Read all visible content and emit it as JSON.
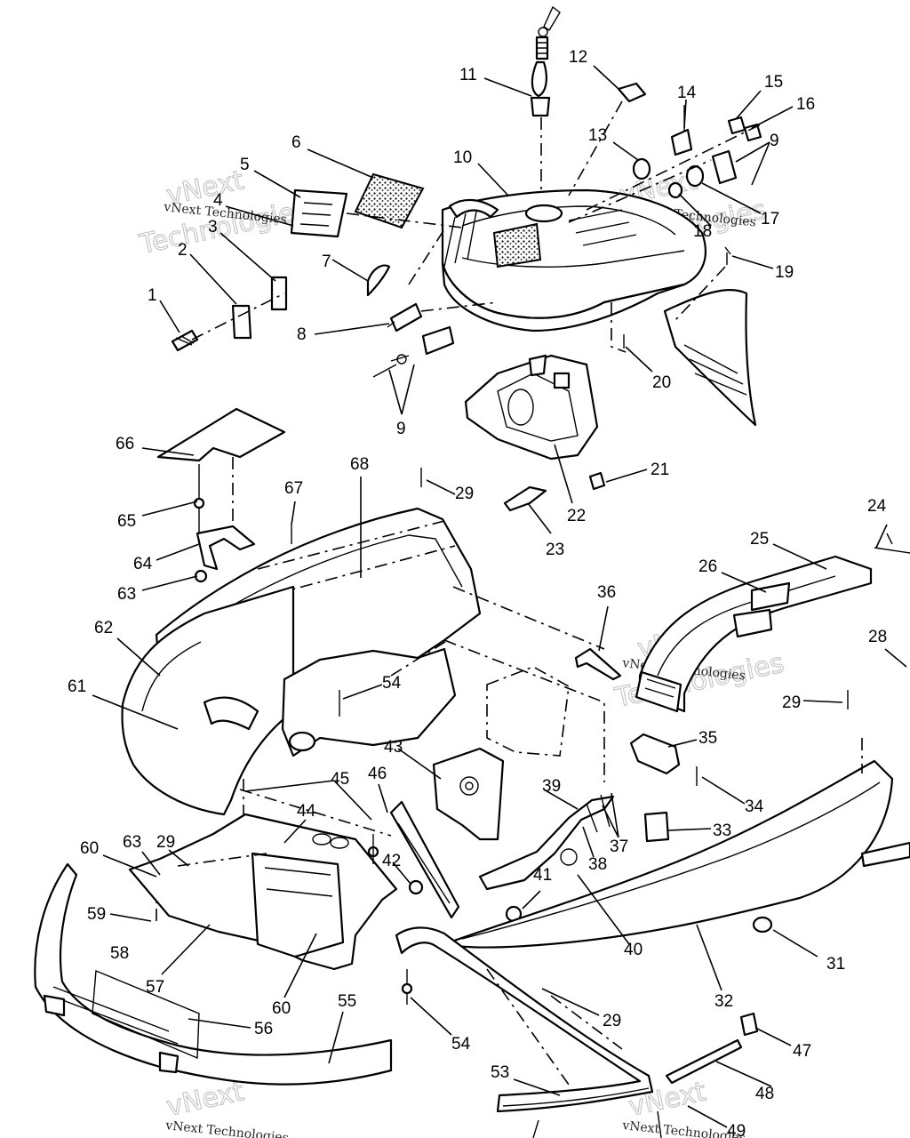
{
  "watermark": {
    "small": "vNext Technologies",
    "big_top": "vNext",
    "big_bottom": "Technologies"
  },
  "callouts": [
    "11",
    "12",
    "14",
    "15",
    "16",
    "9",
    "13",
    "10",
    "6",
    "5",
    "4",
    "3",
    "2",
    "1",
    "7",
    "8",
    "17",
    "18",
    "19",
    "20",
    "9",
    "21",
    "22",
    "23",
    "66",
    "67",
    "68",
    "29",
    "65",
    "64",
    "63",
    "24",
    "25",
    "26",
    "36",
    "28",
    "62",
    "61",
    "54",
    "29",
    "35",
    "34",
    "33",
    "45",
    "44",
    "46",
    "43",
    "39",
    "37",
    "38",
    "60",
    "63",
    "29",
    "42",
    "41",
    "40",
    "59",
    "58",
    "57",
    "31",
    "32",
    "56",
    "60",
    "55",
    "54",
    "29",
    "47",
    "48",
    "53",
    "49"
  ]
}
